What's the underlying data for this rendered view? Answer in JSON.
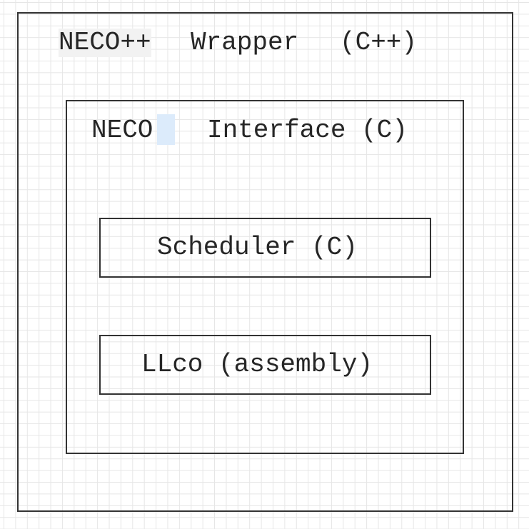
{
  "diagram": {
    "wrapper": {
      "title_part1": "NECO++",
      "title_part2": "Wrapper",
      "title_part3": "(C++)"
    },
    "interface": {
      "title_part1": "NECO",
      "title_part2": "Interface (C)"
    },
    "scheduler": {
      "label": "Scheduler (C)"
    },
    "llco": {
      "label": "LLco (assembly)"
    }
  },
  "colors": {
    "border": "#333333",
    "text": "#262626",
    "grid": "#e6e6e6",
    "selection_highlight": "#dcebfb",
    "text_highlight": "#f2f2f2"
  }
}
